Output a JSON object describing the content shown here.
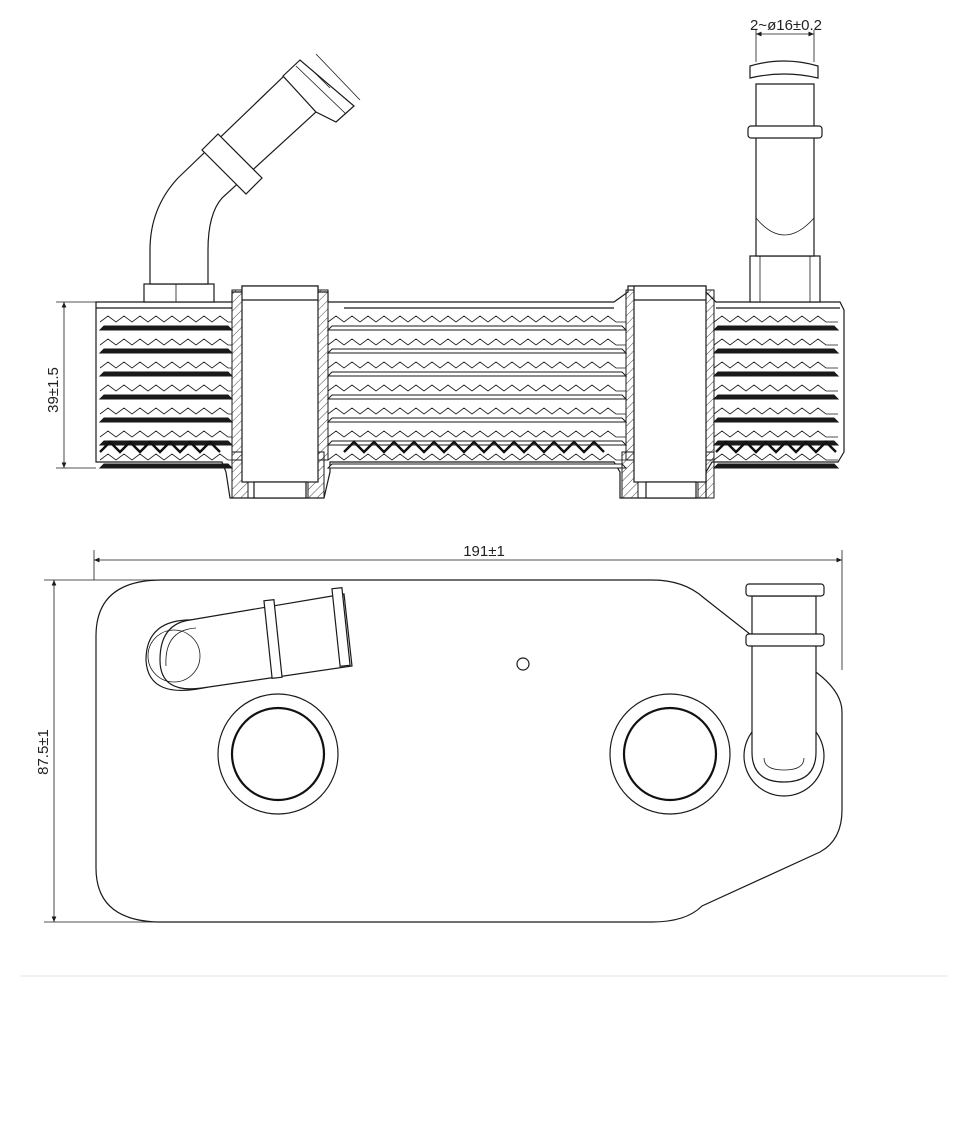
{
  "drawing": {
    "dims": {
      "tube_diameter": "2~ø16±0.2",
      "height": "39±1.5",
      "length": "191±1",
      "width": "87.5±1"
    },
    "colors": {
      "line": "#1a1a1a",
      "background": "#ffffff"
    }
  }
}
